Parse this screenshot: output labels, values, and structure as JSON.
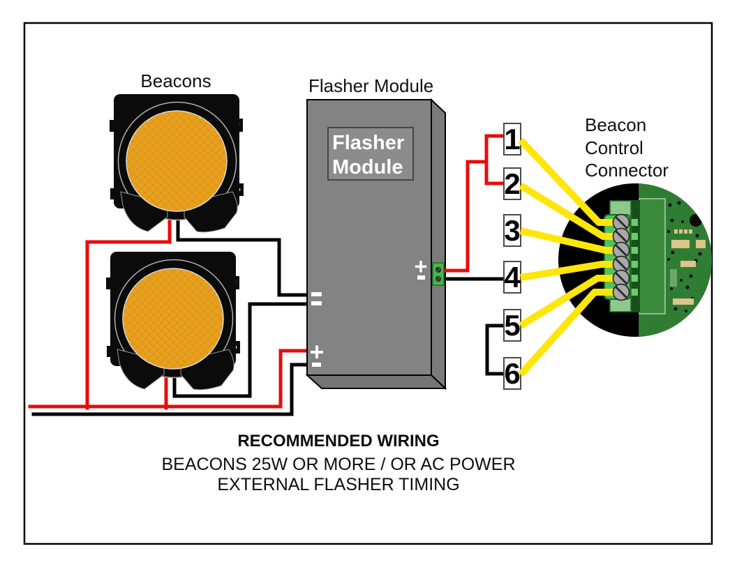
{
  "labels": {
    "beacons": "Beacons",
    "flasher_module": "Flasher Module",
    "module_face_line1": "Flasher",
    "module_face_line2": "Module",
    "connector_line1": "Beacon",
    "connector_line2": "Control",
    "connector_line3": "Connector"
  },
  "terminals": [
    "1",
    "2",
    "3",
    "4",
    "5",
    "6"
  ],
  "symbols": {
    "module_left_flash": "=",
    "module_left_plus": "+",
    "module_left_minus": "-",
    "module_right_plus": "+",
    "module_right_minus": "-"
  },
  "caption": {
    "line1": "RECOMMENDED WIRING",
    "line2": "BEACONS 25W OR MORE / OR AC POWER",
    "line3": "EXTERNAL FLASHER TIMING"
  },
  "colors": {
    "wire_red": "#e80c0c",
    "wire_black": "#000000",
    "wire_yellow": "#ffe60a",
    "beacon_lens_orange": "#e8a01e",
    "module_gray": "#838383",
    "pcb_green": "#2f7d33",
    "terminal_block_green": "#55c05a",
    "module_terminal_green": "#46b849"
  },
  "icons": {
    "terminal_screw": "slotted-screw-circle",
    "module_terminal_screw": "slotted-screw-circle",
    "beacon_lens": "orange-crosshatch-circle"
  },
  "connections": [
    {
      "color": "red",
      "from": "beacon-1",
      "to": "red power bus"
    },
    {
      "color": "red",
      "from": "beacon-2",
      "to": "red power bus"
    },
    {
      "color": "red",
      "from": "red power bus",
      "to": "flasher module left +"
    },
    {
      "color": "black",
      "from": "black power bus",
      "to": "flasher module left -"
    },
    {
      "color": "black",
      "from": "beacon-1",
      "to": "flasher module left = output"
    },
    {
      "color": "black",
      "from": "beacon-2",
      "to": "flasher module left = output"
    },
    {
      "color": "red",
      "from": "flasher module right +",
      "to": "terminals 1 and 2"
    },
    {
      "color": "black",
      "from": "flasher module right -",
      "to": "terminal 4"
    },
    {
      "color": "black",
      "from": "terminal 5",
      "to": "terminal 6"
    },
    {
      "color": "yellow",
      "from": "terminals 1-6",
      "to": "beacon control connector screws 1-6"
    }
  ]
}
